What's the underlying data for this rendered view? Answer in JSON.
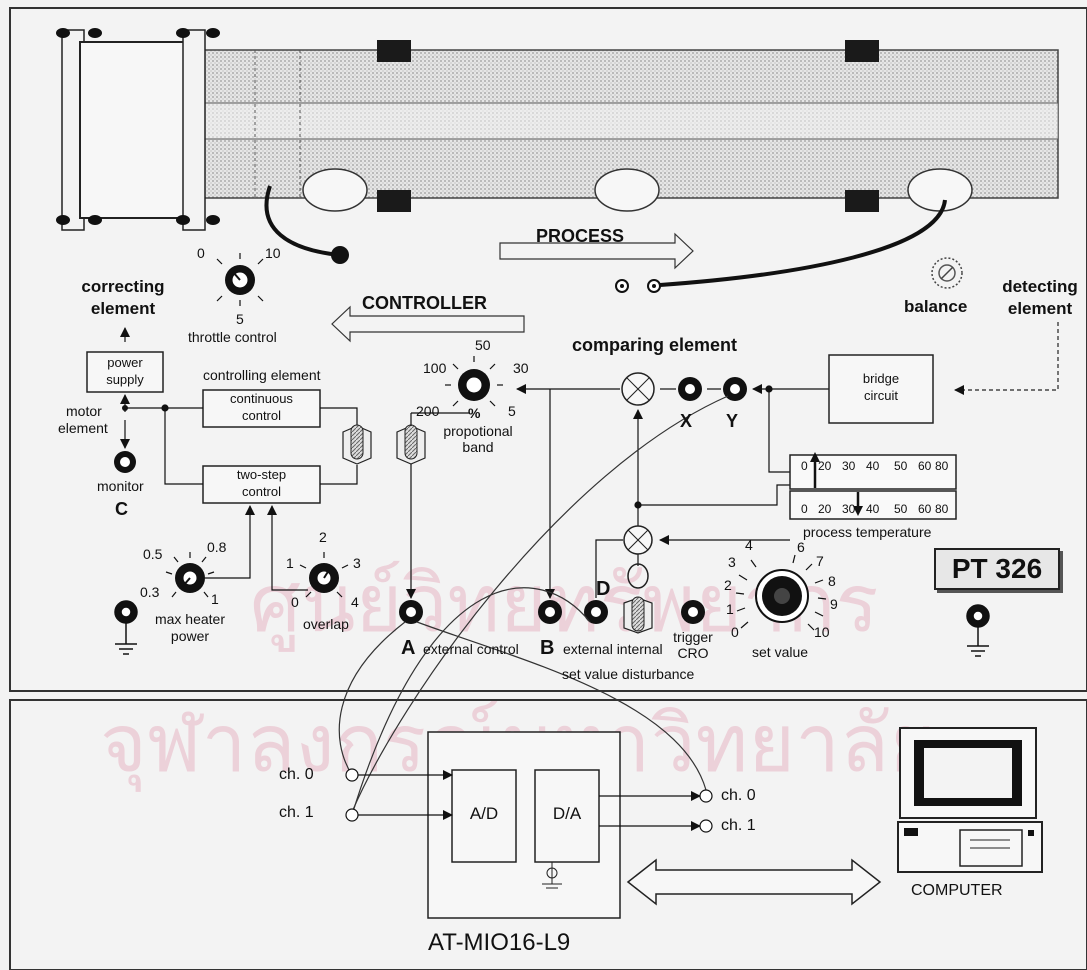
{
  "colors": {
    "ink": "#111111",
    "panel": "#f3f3f3",
    "screen": "#111111",
    "watermark": "#e8b7c4"
  },
  "watermark": {
    "line1": "ศูนย์วิทยทรัพยากร",
    "line2": "จุฬาลงกรณ์มหาวิทยาลัย"
  },
  "process": {
    "label": "PROCESS"
  },
  "controller": {
    "label": "CONTROLLER"
  },
  "throttle": {
    "label": "throttle control",
    "scale_0": "0",
    "scale_5": "5",
    "scale_10": "10"
  },
  "correcting": {
    "line1": "correcting",
    "line2": "element"
  },
  "detecting": {
    "line1": "detecting",
    "line2": "element"
  },
  "balance": {
    "label": "balance"
  },
  "power_supply": {
    "line1": "power",
    "line2": "supply"
  },
  "motor_element": {
    "line1": "motor",
    "line2": "element"
  },
  "monitor": {
    "label": "monitor",
    "letter": "C"
  },
  "controlling_element": {
    "label": "controlling element"
  },
  "continuous_control": {
    "line1": "continuous",
    "line2": "control"
  },
  "two_step_control": {
    "line1": "two-step",
    "line2": "control"
  },
  "prop_band": {
    "scale_50": "50",
    "scale_30": "30",
    "scale_100": "100",
    "scale_200": "200",
    "scale_5": "5",
    "percent": "%",
    "line1": "propotional",
    "line2": "band"
  },
  "comparing": {
    "label": "comparing element",
    "x": "X",
    "y": "Y"
  },
  "bridge": {
    "line1": "bridge",
    "line2": "circuit"
  },
  "process_temp": {
    "label": "process temperature",
    "scale": [
      "0",
      "20",
      "30",
      "40",
      "50",
      "60",
      "80"
    ]
  },
  "max_heater": {
    "line1": "max heater",
    "line2": "power",
    "s05": "0.5",
    "s08": "0.8",
    "s03": "0.3",
    "s1": "1"
  },
  "overlap": {
    "label": "overlap",
    "s2": "2",
    "s1": "1",
    "s3": "3",
    "s0": "0",
    "s4": "4"
  },
  "sockets": {
    "a": "A",
    "ext_control": "external control",
    "b": "B",
    "ext_int": "external internal",
    "d": "D",
    "trigger": "trigger",
    "cro": "CRO",
    "svd": "set value disturbance"
  },
  "set_value": {
    "label": "set value",
    "scale": [
      "0",
      "1",
      "2",
      "3",
      "4",
      "6",
      "7",
      "8",
      "9",
      "10"
    ]
  },
  "model": {
    "label": "PT 326"
  },
  "daq": {
    "in_ch0": "ch. 0",
    "in_ch1": "ch. 1",
    "ad": "A/D",
    "da": "D/A",
    "out_ch0": "ch. 0",
    "out_ch1": "ch. 1",
    "board": "AT-MIO16-L9"
  },
  "computer": {
    "label": "COMPUTER"
  }
}
